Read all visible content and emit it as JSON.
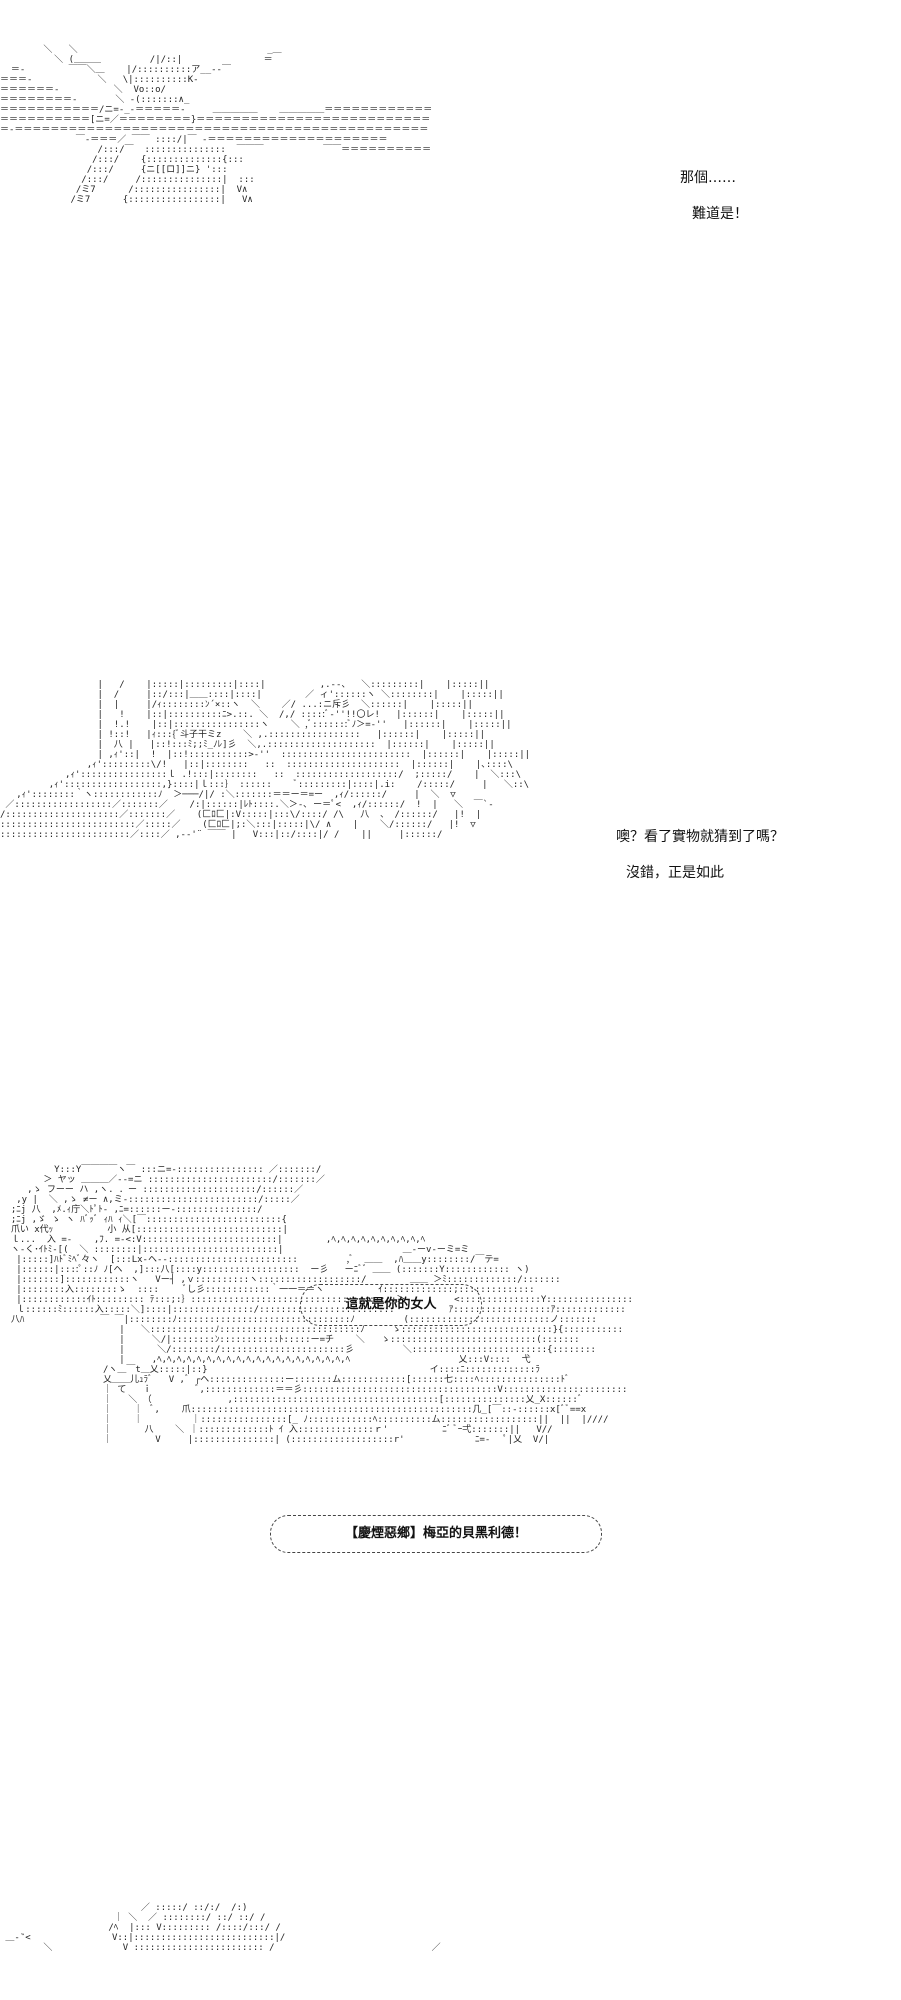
{
  "panel1": {
    "line1": "那個……",
    "line2": "難道是！"
  },
  "panel2": {
    "line1": "噢？看了實物就猜到了嗎？",
    "line2": "沒錯，正是如此"
  },
  "panel3": {
    "bubble1": "這就是你的女人",
    "bubble2": "【慶煙惡鄉】梅亞的貝黑利德！"
  }
}
